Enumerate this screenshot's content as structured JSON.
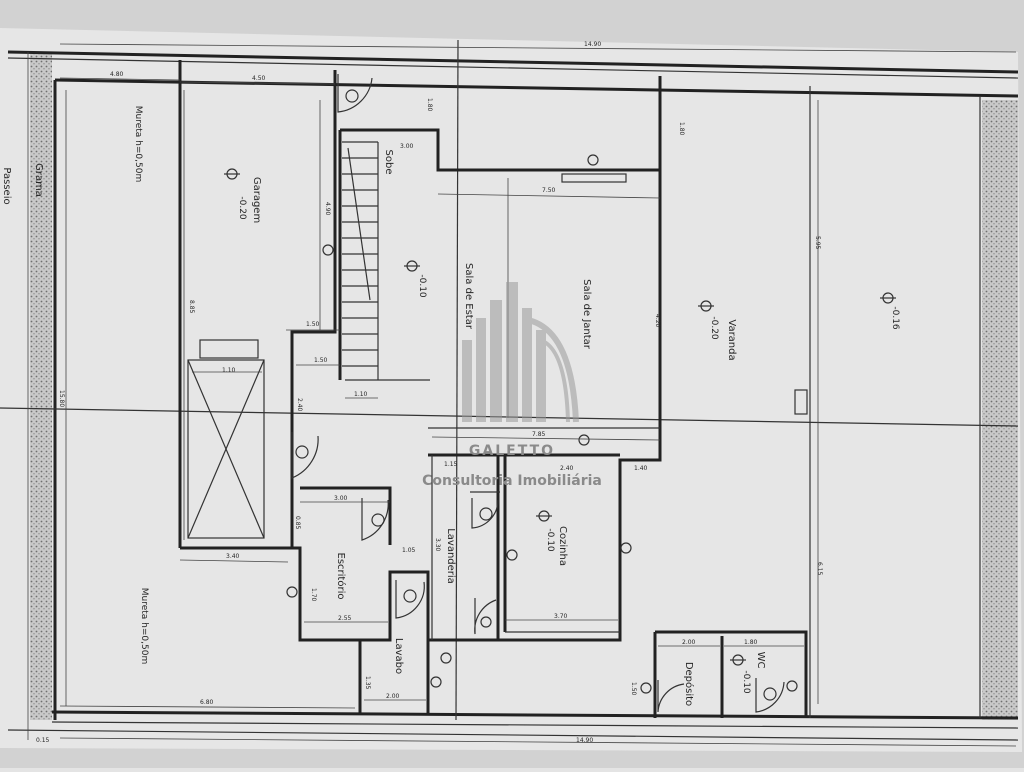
{
  "rooms": {
    "garagem": "Garagem",
    "sobe": "Sobe",
    "sala_estar": "Sala de Estar",
    "sala_jantar": "Sala de Jantar",
    "varanda": "Varanda",
    "escritorio": "Escritório",
    "lavanderia": "Lavanderia",
    "cozinha": "Cozinha",
    "lavabo": "Lavabo",
    "deposito": "Depósito",
    "wc": "WC"
  },
  "exterior": {
    "passeio": "Passeio",
    "grama": "Grama",
    "mureta_top": "Mureta h=0,50m",
    "mureta_bottom": "Mureta h=0,50m"
  },
  "levels": {
    "garagem": "-0.20",
    "sala": "-0.10",
    "varanda": "-0.20",
    "quintal": "-0.16",
    "cozinha": "-0.10",
    "wc": "-0.10"
  },
  "dimensions": {
    "total_top": "14.90",
    "total_bottom": "14.90",
    "d_4_80_a": "4.80",
    "d_4_50": "4.50",
    "d_1_80_a": "1.80",
    "d_3_00_a": "3.00",
    "d_7_50": "7.50",
    "d_1_80_b": "1.80",
    "d_4_90": "4.90",
    "d_8_85": "8.85",
    "d_1_50_a": "1.50",
    "d_1_50_b": "1.50",
    "d_1_10_a": "1.10",
    "d_1_10_b": "1.10",
    "d_2_40_a": "2.40",
    "d_7_85": "7.85",
    "d_2_40_b": "2.40",
    "d_1_40": "1.40",
    "d_1_15": "1.15",
    "d_3_00_b": "3.00",
    "d_0_85": "0.85",
    "d_1_05": "1.05",
    "d_3_40": "3.40",
    "d_1_70": "1.70",
    "d_2_55": "2.55",
    "d_3_70": "3.70",
    "d_1_35": "1.35",
    "d_2_00_a": "2.00",
    "d_2_00_b": "2.00",
    "d_1_80_c": "1.80",
    "d_1_50_c": "1.50",
    "d_4_20": "4.20",
    "d_0_15": "0.15",
    "d_6_80": "6.80",
    "d_5_95": "5.95",
    "d_6_15": "6.15",
    "d_15_80": "15.80",
    "d_3_30": "3.30"
  },
  "watermark": {
    "name": "GALETTO",
    "tagline": "Consultoria Imobiliária"
  },
  "colors": {
    "paper": "#e6e6e6",
    "ink": "#222222",
    "grass": "#9a9a9a",
    "watermark": "#8a8a8a"
  }
}
